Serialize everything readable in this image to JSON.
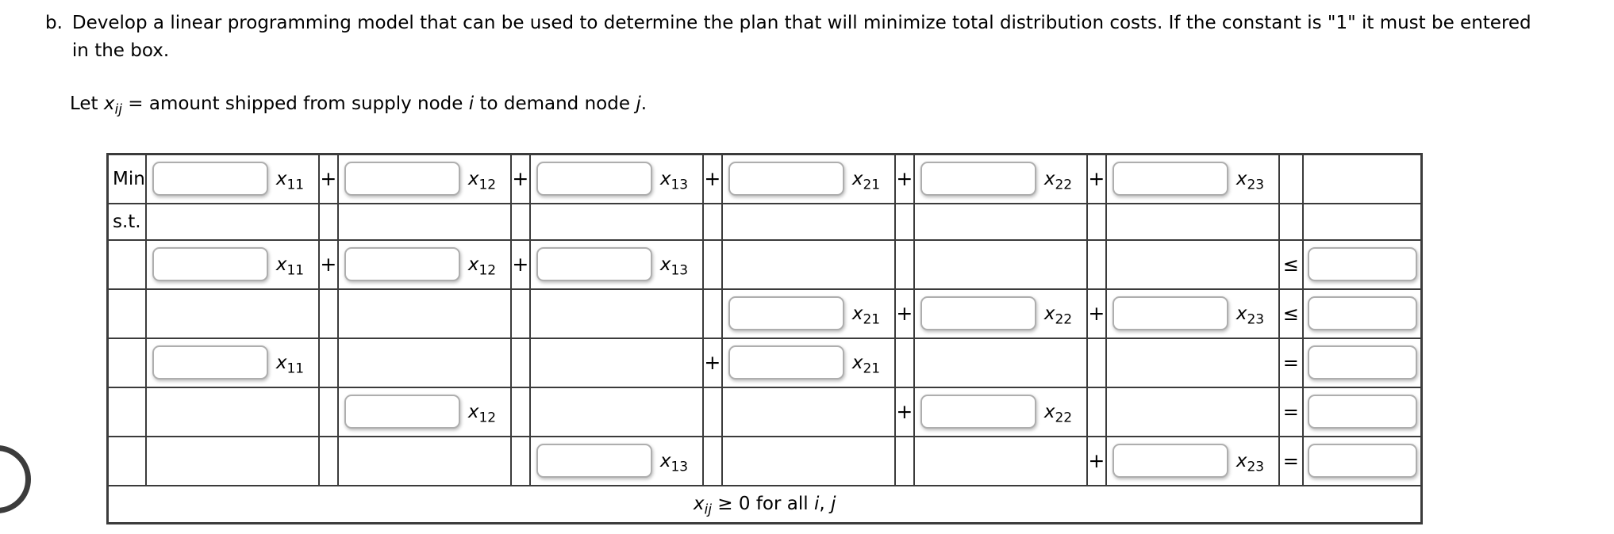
{
  "instructions": {
    "item_label": "b.",
    "line1": "Develop a linear programming model that can be used to determine the plan that will minimize total distribution costs. If the constant is \"1\" it must be entered",
    "line2": "in the box."
  },
  "definition": {
    "t1": "Let ",
    "x": "x",
    "sub": "ij",
    "t2": " = amount shipped from supply node ",
    "i": "i",
    "t3": " to demand node ",
    "j": "j",
    "t4": "."
  },
  "table": {
    "min": "Min",
    "st": "s.t.",
    "plus": "+",
    "le": "≤",
    "eq": "=",
    "v": {
      "x": "x",
      "s11": "11",
      "s12": "12",
      "s13": "13",
      "s21": "21",
      "s22": "22",
      "s23": "23",
      "sij": "ij"
    },
    "nonneg": {
      "geq": " ≥ 0 for all ",
      "i": "i",
      "sep": ", ",
      "j": "j"
    }
  },
  "colors": {
    "table_border": "#3b3b3b",
    "input_border": "#aeaeae",
    "text": "#000000",
    "background": "#ffffff"
  }
}
